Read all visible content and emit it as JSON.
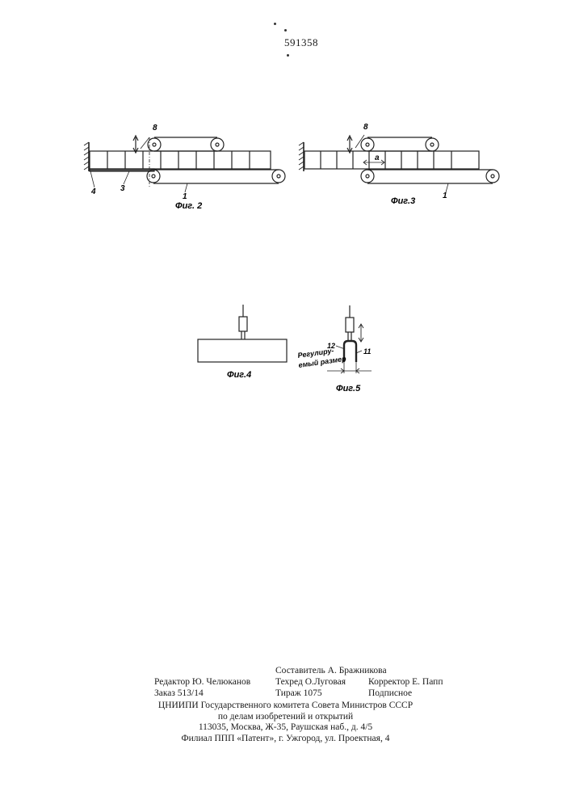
{
  "header": {
    "patent_number": "591358"
  },
  "figures": {
    "fig2": {
      "caption": "Фиг. 2",
      "labels": {
        "label_8": "8",
        "label_4": "4",
        "label_3": "3",
        "label_1": "1"
      }
    },
    "fig3": {
      "caption": "Фиг.3",
      "labels": {
        "label_8": "8",
        "label_a": "а",
        "label_1": "1"
      }
    },
    "fig4": {
      "caption": "Фиг.4"
    },
    "fig5": {
      "caption": "Фиг.5",
      "labels": {
        "label_12": "12",
        "label_11": "11",
        "adjustable_line1": "Регулиру-",
        "adjustable_line2": "емый размер"
      }
    }
  },
  "imprint": {
    "composer": "Составитель А. Бражникова",
    "editor": "Редактор Ю. Челюканов",
    "tech_editor": "Техред О.Луговая",
    "corrector": "Корректор Е. Папп",
    "order": "Заказ 513/14",
    "circulation": "Тираж 1075",
    "subscription": "Подписное",
    "publisher_line1": "ЦНИИПИ Государственного комитета Совета Министров СССР",
    "publisher_line2": "по делам изобретений и открытий",
    "publisher_line3": "113035, Москва, Ж-35, Раушская наб., д. 4/5",
    "publisher_line4": "Филиал ППП «Патент», г. Ужгород, ул. Проектная, 4"
  }
}
